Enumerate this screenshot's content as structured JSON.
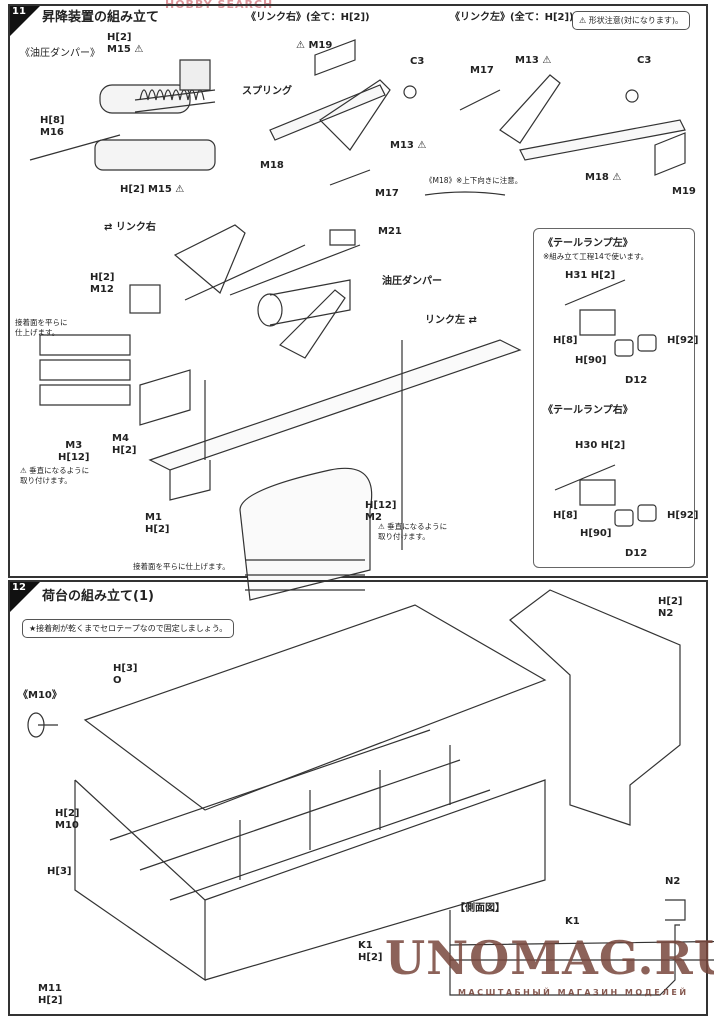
{
  "watermarks": {
    "top": "HOBBY SEARCH",
    "main": "UNOMAG.RU",
    "sub": "МАСШТАБНЫЙ МАГАЗИН МОДЕЛЕЙ"
  },
  "step11": {
    "number": "11",
    "title": "昇降装置の組み立て",
    "link_right_header": "《リンク右》(全て：H[2])",
    "link_left_header": "《リンク左》(全て：H[2])",
    "warning_note": "⚠ 形状注意(対になります)。",
    "damper_header": "《油圧ダンパー》",
    "labels": [
      "H[2]\nM15 ⚠",
      "スプリング",
      "H[8]\nM16",
      "H[2] M15 ⚠",
      "⚠ M19",
      "C3",
      "M18",
      "M13 ⚠",
      "M17",
      "《M18》※上下向きに注意。",
      "M13 ⚠",
      "M17",
      "C3",
      "M18 ⚠",
      "M19"
    ],
    "middle_labels": [
      "⇄ リンク右",
      "M21",
      "H[2]\nM12",
      "油圧ダンパー",
      "リンク左 ⇄",
      "接着面を平らに\n仕上げます。",
      "M3\nH[12]",
      "⚠ 垂直になるように\n取り付けます。",
      "M4\nH[2]",
      "M1\nH[2]",
      "H[12]\nM2",
      "⚠ 垂直になるように\n取り付けます。",
      "接着面を平らに仕上げます。"
    ],
    "tail_lamp_left": {
      "header": "《テールランプ左》",
      "note": "※組み立て工程14で使います。",
      "labels": [
        "H31 H[2]",
        "H[8]",
        "H[90]",
        "H[92]",
        "D12"
      ]
    },
    "tail_lamp_right": {
      "header": "《テールランプ右》",
      "labels": [
        "H30 H[2]",
        "H[8]",
        "H[90]",
        "H[92]",
        "D12"
      ]
    }
  },
  "step12": {
    "number": "12",
    "title": "荷台の組み立て(1)",
    "note": "★接着剤が乾くまでセロテープなので固定しましょう。",
    "labels": [
      "H[3]\nO",
      "《M10》",
      "H[2]\nM10",
      "H[3]",
      "H[2]\nN2",
      "K1\nH[2]",
      "M11\nH[2]"
    ],
    "side_view": {
      "header": "【側面図】",
      "labels": [
        "K1",
        "N2"
      ]
    }
  }
}
